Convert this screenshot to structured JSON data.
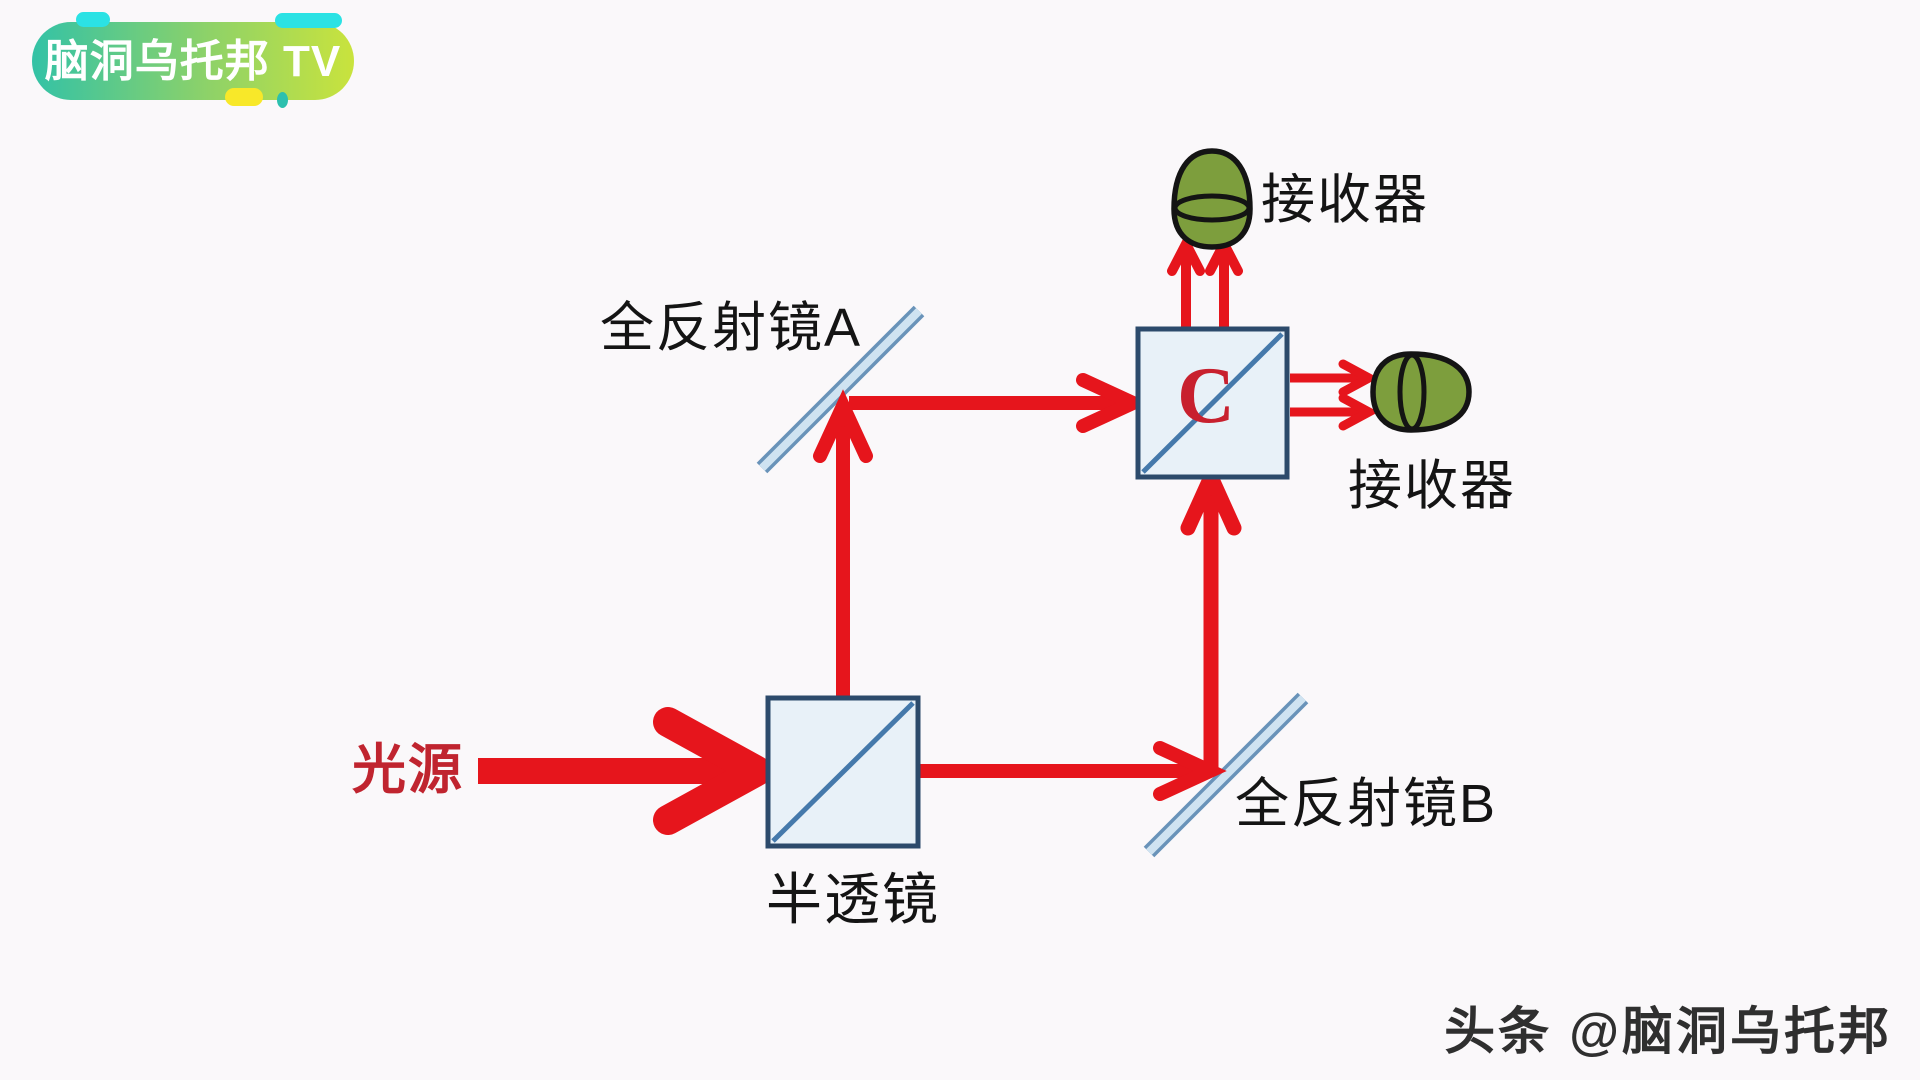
{
  "page": {
    "background_color": "#faf8fa"
  },
  "logo": {
    "text": "脑洞乌托邦 TV",
    "gradient_start": "#33c2a6",
    "gradient_end": "#c9e33d",
    "deco_cyan": "#2be2e4",
    "deco_yellow": "#f8e829"
  },
  "diagram": {
    "beam_color": "#e6151c",
    "light_source_label_color": "#c0242f",
    "splitter_c_letter_color": "#c8202e",
    "prism_fill": "#e8f1f8",
    "prism_border": "#2c4a6b",
    "prism_diagonal": "#4579ab",
    "mirror_edge": "#6993b9",
    "mirror_fill": "#cfe3f1",
    "detector_green": "#7d9e3d",
    "labels": {
      "light_source": "光源",
      "half_mirror": "半透镜",
      "mirror_a": "全反射镜A",
      "mirror_b": "全反射镜B",
      "splitter_c": "C",
      "detector_top": "接收器",
      "detector_right": "接收器"
    }
  },
  "watermark": {
    "text": "头条 @脑洞乌托邦"
  }
}
